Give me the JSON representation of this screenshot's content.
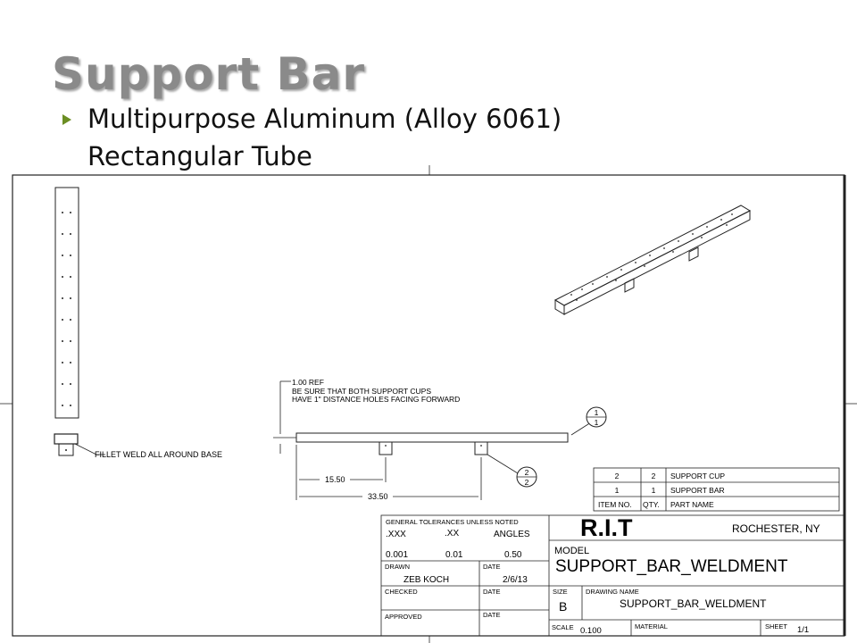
{
  "slide": {
    "title": "Support Bar",
    "bullet_line1": "Multipurpose Aluminum (Alloy 6061)",
    "bullet_line2": "Rectangular Tube"
  },
  "drawing": {
    "note_ref": "1.00 REF",
    "note_line1": "BE SURE THAT BOTH SUPPORT CUPS",
    "note_line2": "HAVE 1\" DISTANCE HOLES FACING FORWARD",
    "weld_note": "FILLET WELD ALL AROUND BASE",
    "dim_short": "15.50",
    "dim_long": "33.50",
    "balloon1_top": "1",
    "balloon1_bottom": "1",
    "balloon2_top": "2",
    "balloon2_bottom": "2",
    "bom": {
      "rows": [
        {
          "item": "2",
          "qty": "2",
          "part": "SUPPORT CUP"
        },
        {
          "item": "1",
          "qty": "1",
          "part": "SUPPORT BAR"
        }
      ],
      "header": {
        "item": "ITEM NO.",
        "qty": "QTY.",
        "part": "PART NAME"
      }
    },
    "title_block": {
      "tolerances_label": "GENERAL TOLERANCES UNLESS NOTED",
      "tol_xxx": ".XXX",
      "tol_xx": ".XX",
      "tol_angles": "ANGLES",
      "val_xxx": "0.001",
      "val_xx": "0.01",
      "val_angles": "0.50",
      "drawn_label": "DRAWN",
      "drawn_value": "ZEB KOCH",
      "date_label": "DATE",
      "drawn_date": "2/6/13",
      "checked_label": "CHECKED",
      "approved_label": "APPROVED",
      "logo": "R.I.T",
      "location": "ROCHESTER, NY",
      "model_label": "MODEL",
      "model_value": "SUPPORT_BAR_WELDMENT",
      "size_label": "SIZE",
      "size_value": "B",
      "drawing_name_label": "DRAWING NAME",
      "drawing_name_value": "SUPPORT_BAR_WELDMENT",
      "scale_label": "SCALE",
      "scale_value": "0.100",
      "material_label": "MATERIAL",
      "sheet_label": "SHEET",
      "sheet_value": "1/1"
    }
  }
}
